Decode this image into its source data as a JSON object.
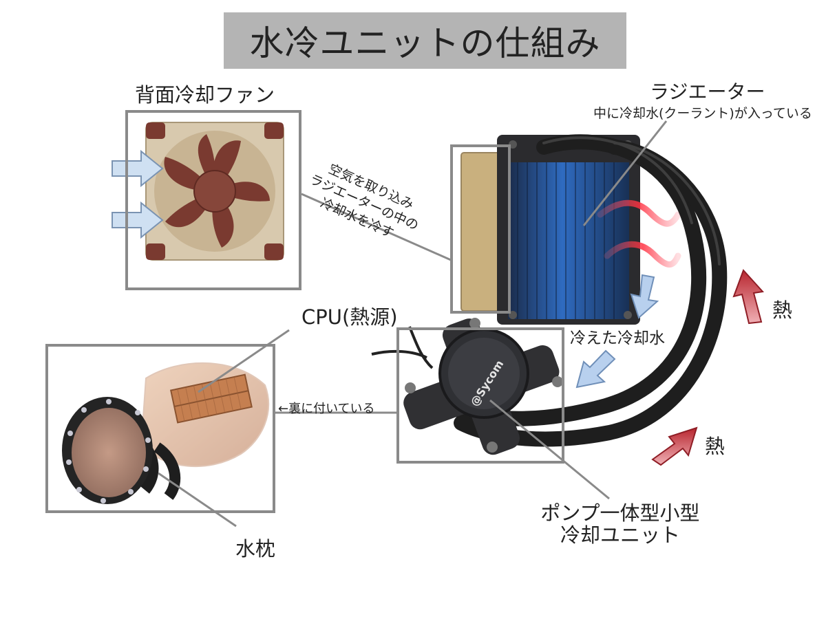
{
  "title": "水冷ユニットの仕組み",
  "fan": {
    "label": "背面冷却ファン"
  },
  "airflow_note": [
    "空気を取り込み",
    "ラジエーターの中の",
    "冷却水を冷す"
  ],
  "radiator": {
    "label": "ラジエーター",
    "sub": "中に冷却水(クーラント)が入っている"
  },
  "heat_labels": [
    "熱",
    "熱"
  ],
  "cooled_water": "冷えた冷却水",
  "cpu": {
    "label": "CPU(熱源)"
  },
  "back_note": "←裏に付いている",
  "pump_unit": {
    "label_line1": "ポンプ一体型小型",
    "label_line2": "冷却ユニット"
  },
  "water_block": {
    "label": "水枕"
  },
  "pump_brand": "@Sycom",
  "colors": {
    "title_bg": "#b4b4b4",
    "frame": "#8a8a8a",
    "fan_brown": "#7a3a30",
    "fan_beige": "#d8c9ae",
    "air_arrow": "#cfe0f2",
    "heat_arrow": "#c9303a",
    "cool_arrow": "#b8d0ee",
    "copper": "#c7875f",
    "radiator_blue": "#2a5fae"
  }
}
